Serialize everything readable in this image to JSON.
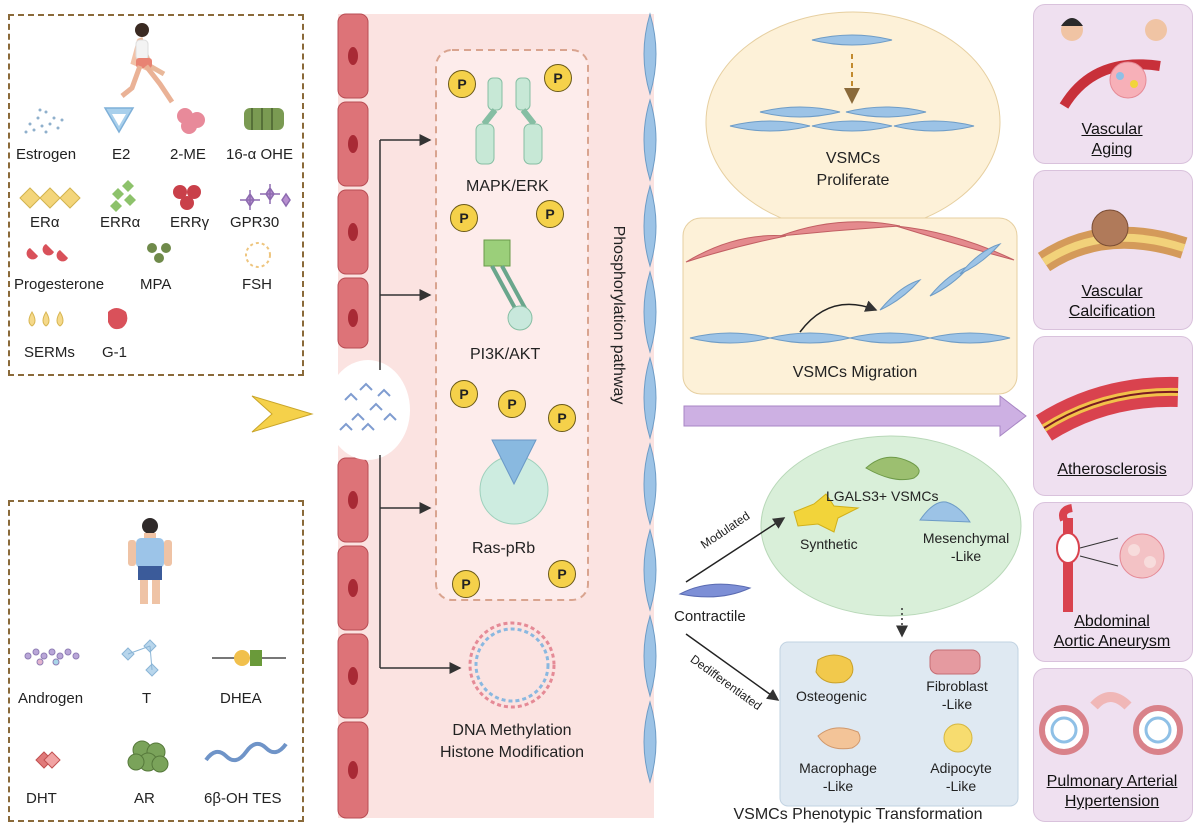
{
  "female_panel": {
    "items": [
      {
        "label": "Estrogen"
      },
      {
        "label": "E2"
      },
      {
        "label": "2-ME"
      },
      {
        "label": "16-α OHE"
      },
      {
        "label": "ERα"
      },
      {
        "label": "ERRα"
      },
      {
        "label": "ERRγ"
      },
      {
        "label": "GPR30"
      },
      {
        "label": "Progesterone"
      },
      {
        "label": "MPA"
      },
      {
        "label": "FSH"
      },
      {
        "label": "SERMs"
      },
      {
        "label": "G-1"
      }
    ]
  },
  "male_panel": {
    "items": [
      {
        "label": "Androgen"
      },
      {
        "label": "T"
      },
      {
        "label": "DHEA"
      },
      {
        "label": "DHT"
      },
      {
        "label": "AR"
      },
      {
        "label": "6β-OH TES"
      }
    ]
  },
  "pathways": {
    "p_symbol": "P",
    "mapk": "MAPK/ERK",
    "pi3k": "PI3K/AKT",
    "ras": "Ras-pRb",
    "phospho_label": "Phosphorylation pathway",
    "epigenetic_line1": "DNA Methylation",
    "epigenetic_line2": "Histone Modification"
  },
  "vsmc": {
    "proliferate_line1": "VSMCs",
    "proliferate_line2": "Proliferate",
    "migration": "VSMCs Migration",
    "lgals3": "LGALS3+ VSMCs",
    "synthetic": "Synthetic",
    "mesenchymal_line1": "Mesenchymal",
    "mesenchymal_line2": "-Like",
    "contractile": "Contractile",
    "modulated": "Modulated",
    "dedifferentiated": "Dedifferentiated",
    "osteogenic": "Osteogenic",
    "fibroblast_line1": "Fibroblast",
    "fibroblast_line2": "-Like",
    "macrophage_line1": "Macrophage",
    "macrophage_line2": "-Like",
    "adipocyte_line1": "Adipocyte",
    "adipocyte_line2": "-Like",
    "phenotypic_title": "VSMCs Phenotypic Transformation"
  },
  "diseases": {
    "aging_line1": "Vascular",
    "aging_line2": "Aging",
    "calc_line1": "Vascular",
    "calc_line2": "Calcification",
    "athero": "Atherosclerosis",
    "aaa_line1": "Abdominal",
    "aaa_line2": "Aortic Aneurysm",
    "pah_line1": "Pulmonary Arterial",
    "pah_line2": "Hypertension"
  },
  "colors": {
    "endothelial": "#d9656a",
    "vessel_bg": "#fbe3e1",
    "pathway_box": "#d9a48f",
    "phospho_yellow": "#f5d14a",
    "proliferate_bg": "#fdf1d8",
    "modulated_bg": "#d9efd9",
    "dediff_bg": "#dfe9f2",
    "disease_bg": "#efe0f0",
    "arrow_purple": "#b99ad3",
    "panel_border": "#8a6a3a"
  }
}
